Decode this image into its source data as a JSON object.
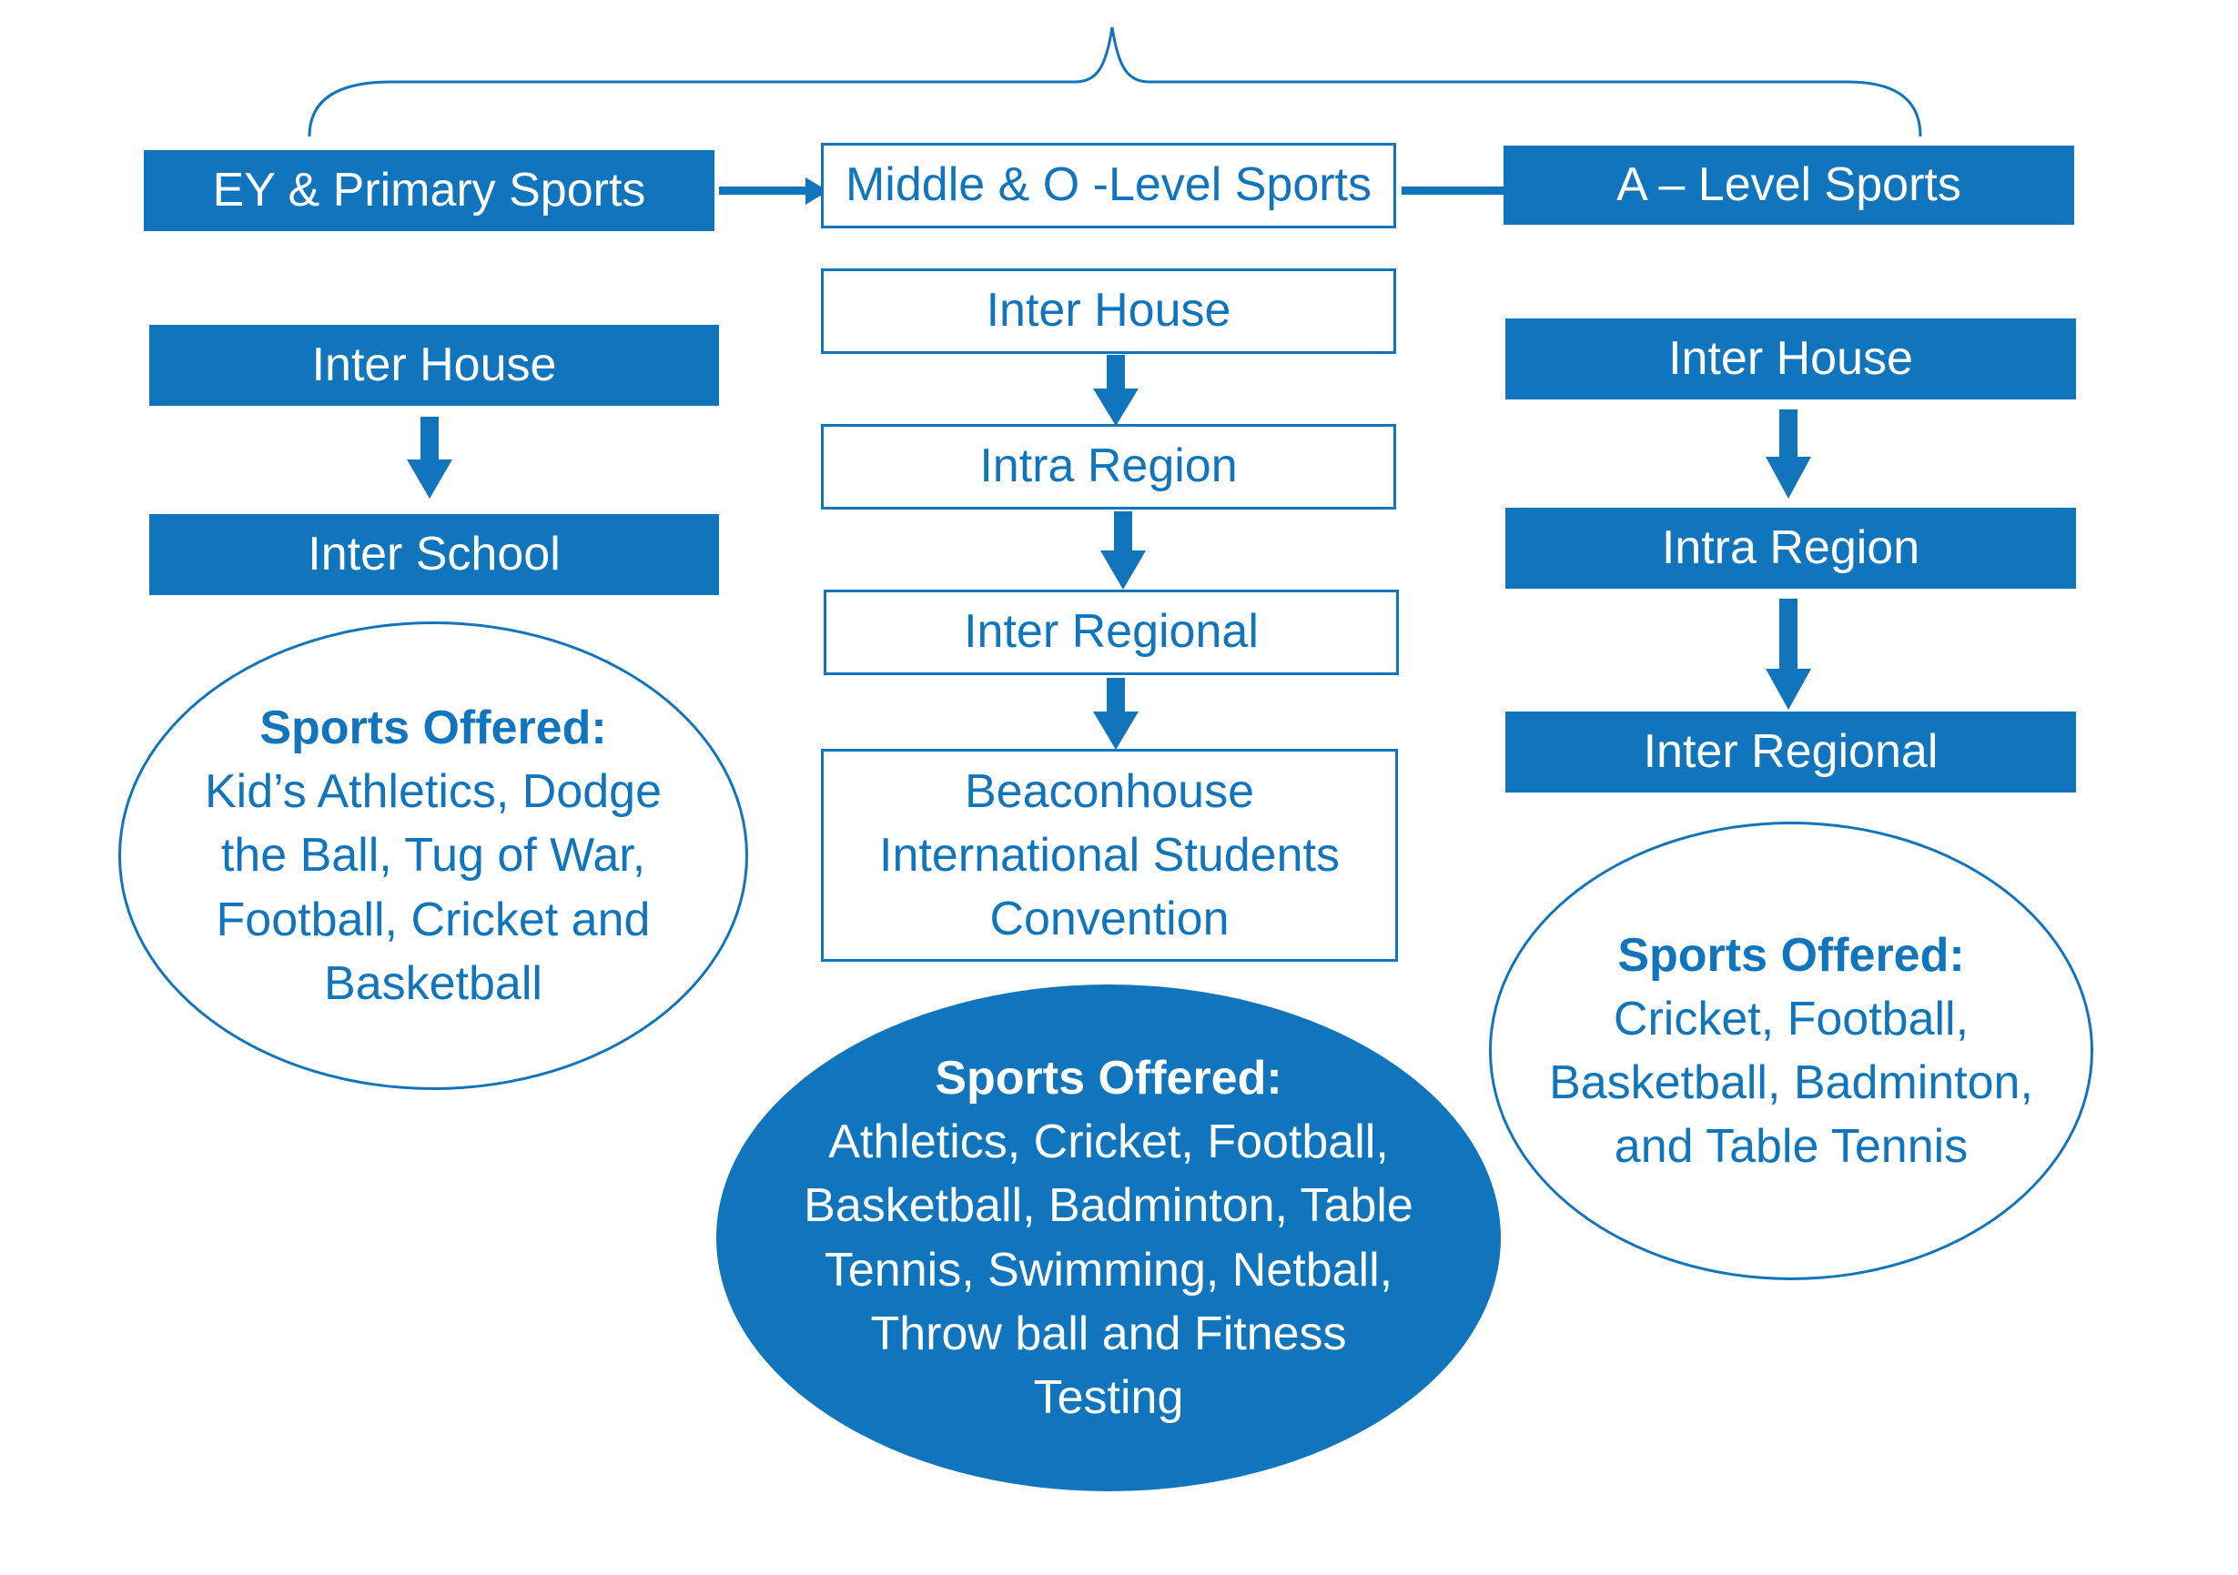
{
  "colors": {
    "accent": "#1175bd",
    "background": "#ffffff"
  },
  "columns": {
    "primary": {
      "title": "EY & Primary Sports",
      "stages": [
        "Inter House",
        "Inter School"
      ],
      "sports_heading": "Sports Offered:",
      "sports_lines": [
        "Kid’s Athletics, Dodge",
        "the Ball, Tug of War,",
        "Football, Cricket and",
        "Basketball"
      ]
    },
    "middle": {
      "title": "Middle & O -Level Sports",
      "stages": [
        "Inter House",
        "Intra Region",
        "Inter Regional"
      ],
      "final_stage_lines": [
        "Beaconhouse",
        "International Students",
        "Convention"
      ],
      "sports_heading": "Sports Offered:",
      "sports_lines": [
        "Athletics, Cricket, Football,",
        "Basketball, Badminton, Table",
        "Tennis, Swimming, Netball,",
        "Throw ball and Fitness",
        "Testing"
      ]
    },
    "alevel": {
      "title": "A – Level Sports",
      "stages": [
        "Inter House",
        "Intra Region",
        "Inter Regional"
      ],
      "sports_heading": "Sports Offered:",
      "sports_lines": [
        "Cricket, Football,",
        "Basketball, Badminton,",
        "and Table Tennis"
      ]
    }
  }
}
